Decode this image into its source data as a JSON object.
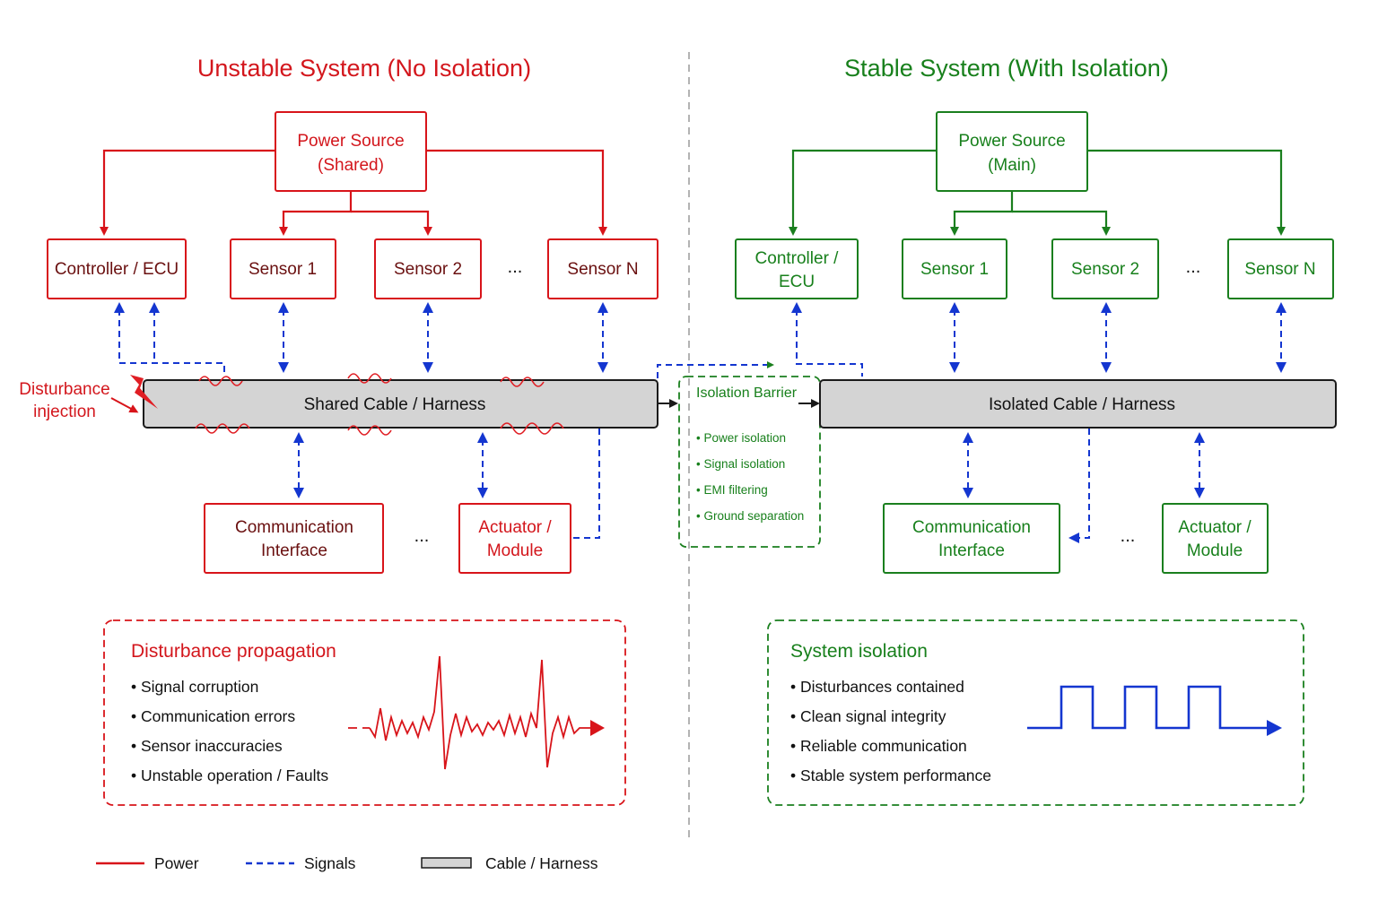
{
  "left": {
    "title": "Unstable System (No Isolation)",
    "power_source": [
      "Power Source",
      "(Shared)"
    ],
    "top_nodes": [
      {
        "label": [
          "Controller / ECU"
        ]
      },
      {
        "label": [
          "Sensor 1"
        ]
      },
      {
        "label": [
          "Sensor 2"
        ]
      },
      {
        "label": [
          "Sensor N"
        ]
      }
    ],
    "ellipsis": "...",
    "cable": "Shared Cable / Harness",
    "disturbance_label": [
      "Disturbance",
      "injection"
    ],
    "bottom_nodes": [
      {
        "label": [
          "Communication",
          "Interface"
        ]
      },
      {
        "label": [
          "Actuator /",
          "Module"
        ]
      }
    ],
    "panel": {
      "title": "Disturbance propagation",
      "bullets": [
        "Signal corruption",
        "Communication errors",
        "Sensor inaccuracies",
        "Unstable operation / Faults"
      ]
    }
  },
  "right": {
    "title": "Stable System (With Isolation)",
    "power_source": [
      "Power Source",
      "(Main)"
    ],
    "top_nodes": [
      {
        "label": [
          "Controller /",
          "ECU"
        ]
      },
      {
        "label": [
          "Sensor 1"
        ]
      },
      {
        "label": [
          "Sensor 2"
        ]
      },
      {
        "label": [
          "Sensor N"
        ]
      }
    ],
    "ellipsis": "...",
    "cable": "Isolated Cable / Harness",
    "bottom_nodes": [
      {
        "label": [
          "Communication",
          "Interface"
        ]
      },
      {
        "label": [
          "Actuator /",
          "Module"
        ]
      }
    ],
    "panel": {
      "title": "System isolation",
      "bullets": [
        "Disturbances contained",
        "Clean signal integrity",
        "Reliable communication",
        "Stable system performance"
      ]
    }
  },
  "barrier": {
    "title": "Isolation Barrier",
    "items": [
      "Power isolation",
      "Signal isolation",
      "EMI filtering",
      "Ground separation"
    ]
  },
  "legend": {
    "power": "Power",
    "signals": "Signals",
    "cable": "Cable / Harness"
  },
  "colors": {
    "unstable": "#d8141a",
    "stable": "#1a7f1e",
    "signal": "#1436d0",
    "cable_fill": "#d4d4d4"
  }
}
